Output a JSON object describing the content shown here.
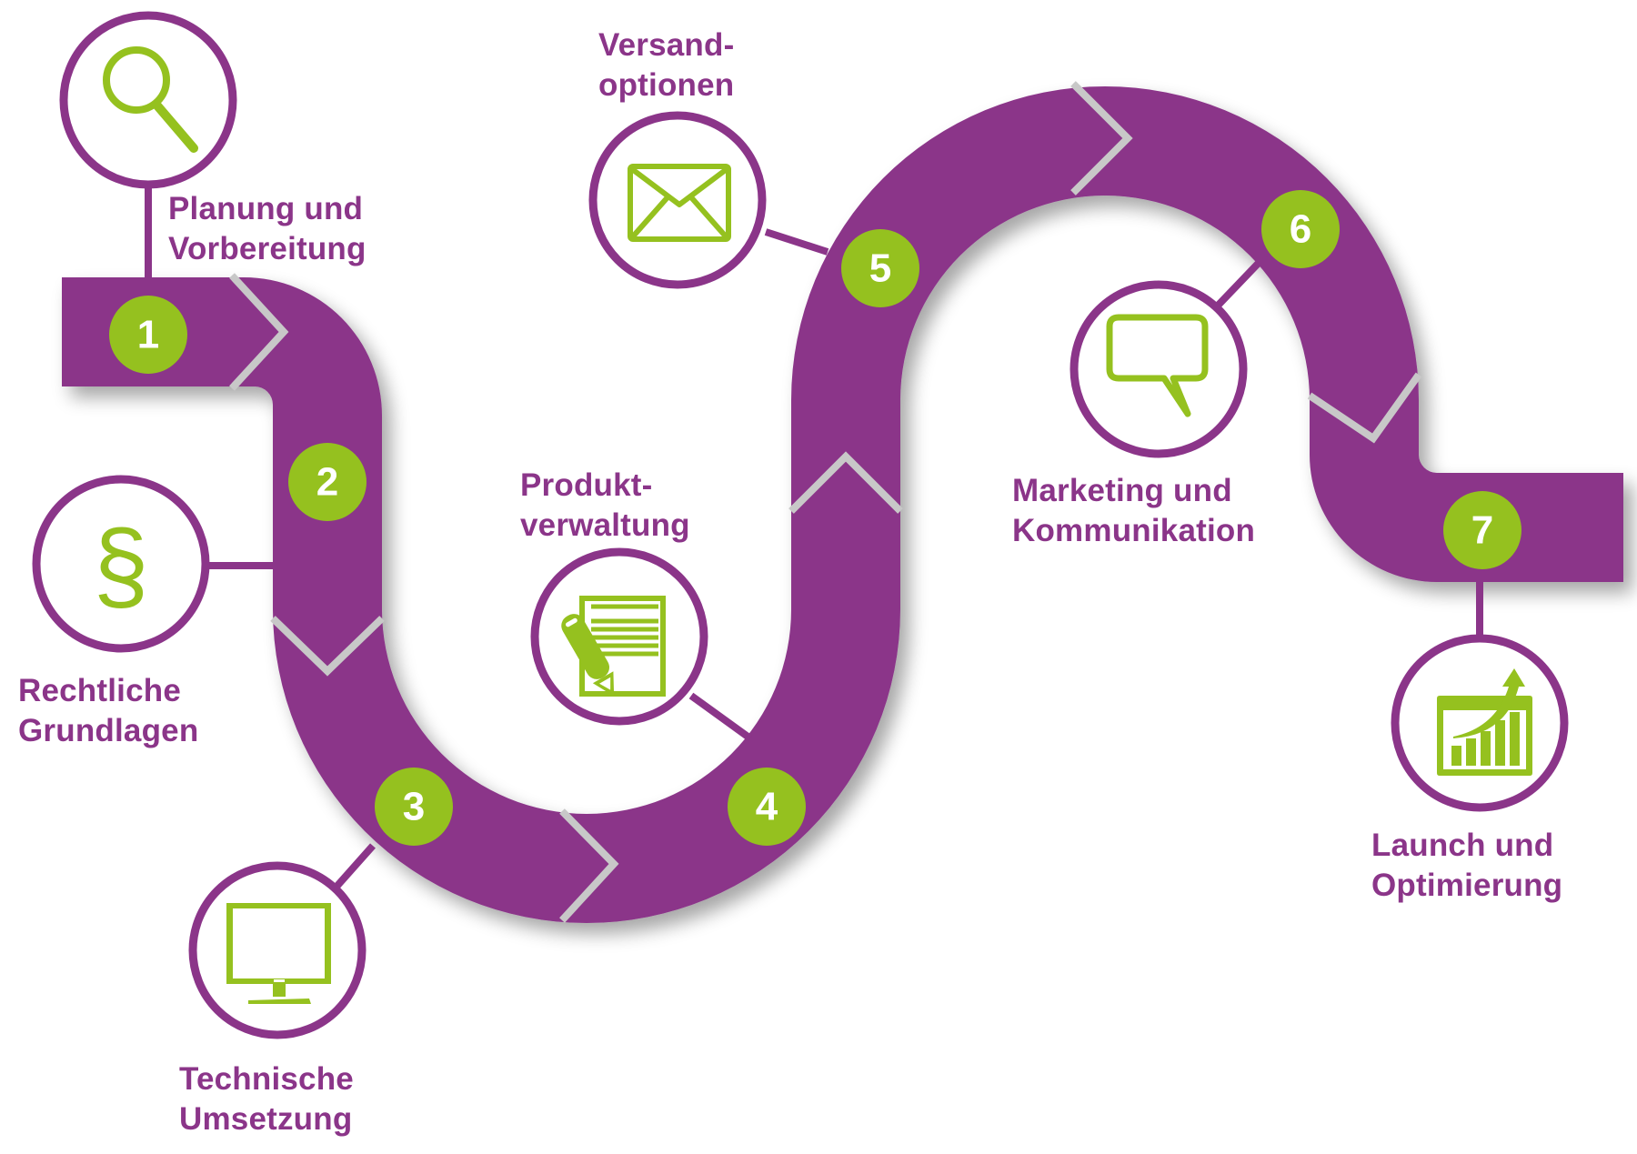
{
  "colors": {
    "path": "#8B3589",
    "accent": "#95C11F",
    "chevron": "#C8C8C8",
    "badge_text": "#FFFFFF",
    "background": "#FFFFFF"
  },
  "steps": [
    {
      "number": "1",
      "label_lines": [
        "Planung und",
        "Vorbereitung"
      ],
      "icon": "magnifier-icon"
    },
    {
      "number": "2",
      "label_lines": [
        "Rechtliche",
        "Grundlagen"
      ],
      "icon": "paragraph-icon"
    },
    {
      "number": "3",
      "label_lines": [
        "Technische",
        "Umsetzung"
      ],
      "icon": "monitor-icon"
    },
    {
      "number": "4",
      "label_lines": [
        "Produkt-",
        "verwaltung"
      ],
      "icon": "document-pencil-icon"
    },
    {
      "number": "5",
      "label_lines": [
        "Versand-",
        "optionen"
      ],
      "icon": "envelope-icon"
    },
    {
      "number": "6",
      "label_lines": [
        "Marketing und",
        "Kommunikation"
      ],
      "icon": "speech-bubble-icon"
    },
    {
      "number": "7",
      "label_lines": [
        "Launch und",
        "Optimierung"
      ],
      "icon": "growth-chart-icon"
    }
  ],
  "icon_glyphs": {
    "paragraph": "§"
  }
}
